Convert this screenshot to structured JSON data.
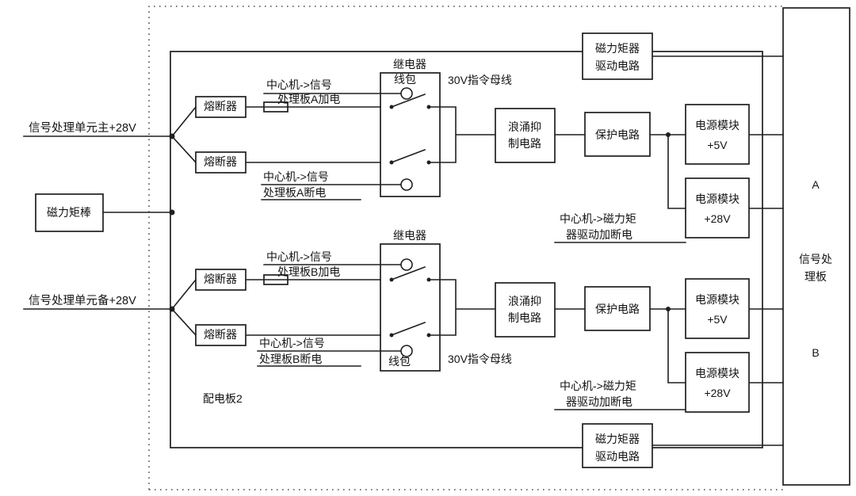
{
  "inputs": {
    "main": "信号处理单元主+28V",
    "rod": "磁力矩棒",
    "backup": "信号处理单元备+28V"
  },
  "boards": {
    "distribution": "配电板2",
    "signal_a": "A",
    "signal_name_l1": "信号处",
    "signal_name_l2": "理板",
    "signal_b": "B"
  },
  "labels": {
    "fuse": "熔断器",
    "relay": "继电器",
    "coil": "线包",
    "bus30v": "30V指令母线",
    "surge_l1": "浪涌抑",
    "surge_l2": "制电路",
    "protect": "保护电路",
    "psu": "电源模块",
    "p5v": "+5V",
    "p28v": "+28V",
    "magdrv_l1": "磁力矩器",
    "magdrv_l2": "驱动电路",
    "cmd_center_sig": "中心机->信号",
    "cmd_a_on": "处理板A加电",
    "cmd_a_off": "处理板A断电",
    "cmd_b_on": "处理板B加电",
    "cmd_b_off": "处理板B断电",
    "cmd_mag_l1": "中心机->磁力矩",
    "cmd_mag_l2": "器驱动加断电"
  },
  "colors": {
    "line": "#1f1f1f",
    "background": "#ffffff"
  }
}
